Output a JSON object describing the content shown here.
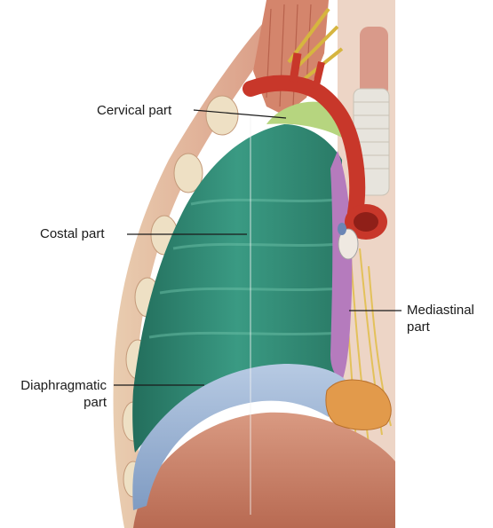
{
  "labels": {
    "cervical": "Cervical part",
    "costal": "Costal part",
    "mediastinal": "Mediastinal\npart",
    "diaphragmatic": "Diaphragmatic\npart"
  },
  "colors": {
    "cervical_pleura": "#b6d57f",
    "costal_pleura": "#2f8a73",
    "mediastinal_pleura": "#b57bbd",
    "diaphragmatic_pleura": "#9db4d3",
    "aorta": "#c8372a",
    "muscle": "#c97a62"
  }
}
